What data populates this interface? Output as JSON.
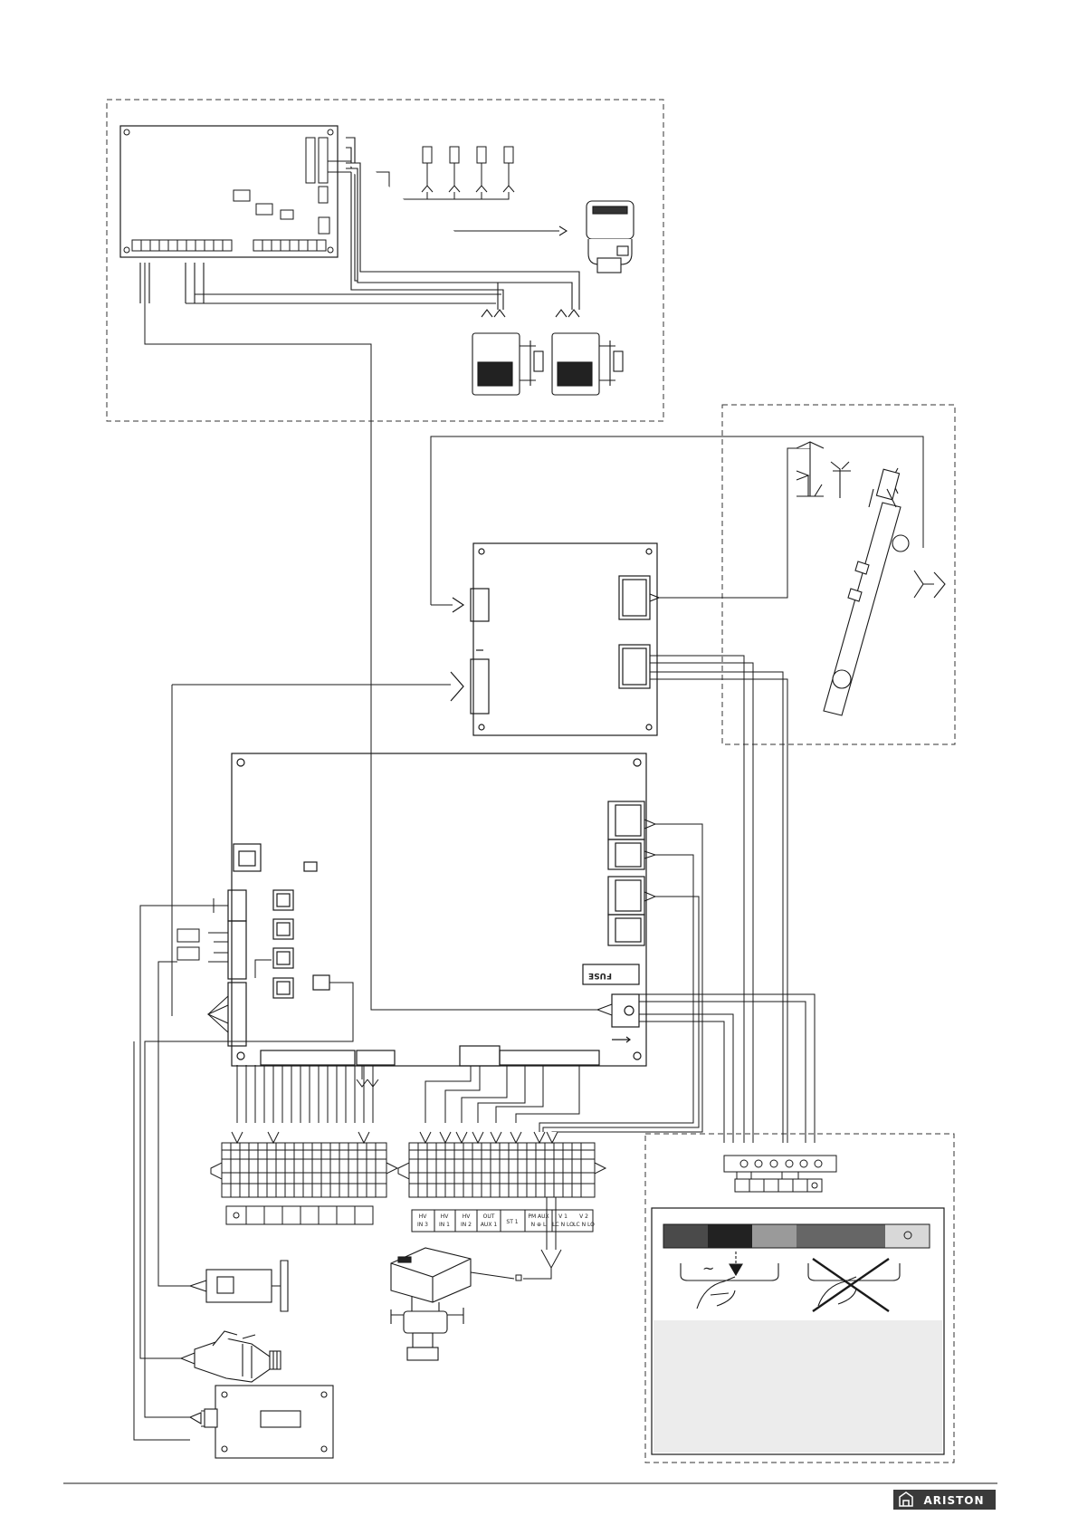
{
  "brand": {
    "name": "ARISTON"
  },
  "boards": {
    "fuse_label": "FUSE"
  },
  "terminal_labels": [
    {
      "top": "HV",
      "bottom": "IN 3"
    },
    {
      "top": "HV",
      "bottom": "IN 1"
    },
    {
      "top": "HV",
      "bottom": "IN 2"
    },
    {
      "top": "OUT",
      "bottom": "AUX 1"
    },
    {
      "top": "",
      "bottom": "ST 1"
    },
    {
      "top": "PM AUX",
      "bottom": "N ⊕ L"
    },
    {
      "top": "V 1",
      "bottom": "LC N LO"
    },
    {
      "top": "V 2",
      "bottom": "LC N LO"
    }
  ],
  "warning": {
    "tilde": "~",
    "colors": [
      "#4a4a4a",
      "#222222",
      "#9a9a9a",
      "#666666",
      "#666666",
      "#d8d8d8"
    ]
  },
  "colors": {
    "line": "#1a1a1a",
    "dashed": "#333333",
    "panel_fill": "#ececec"
  }
}
